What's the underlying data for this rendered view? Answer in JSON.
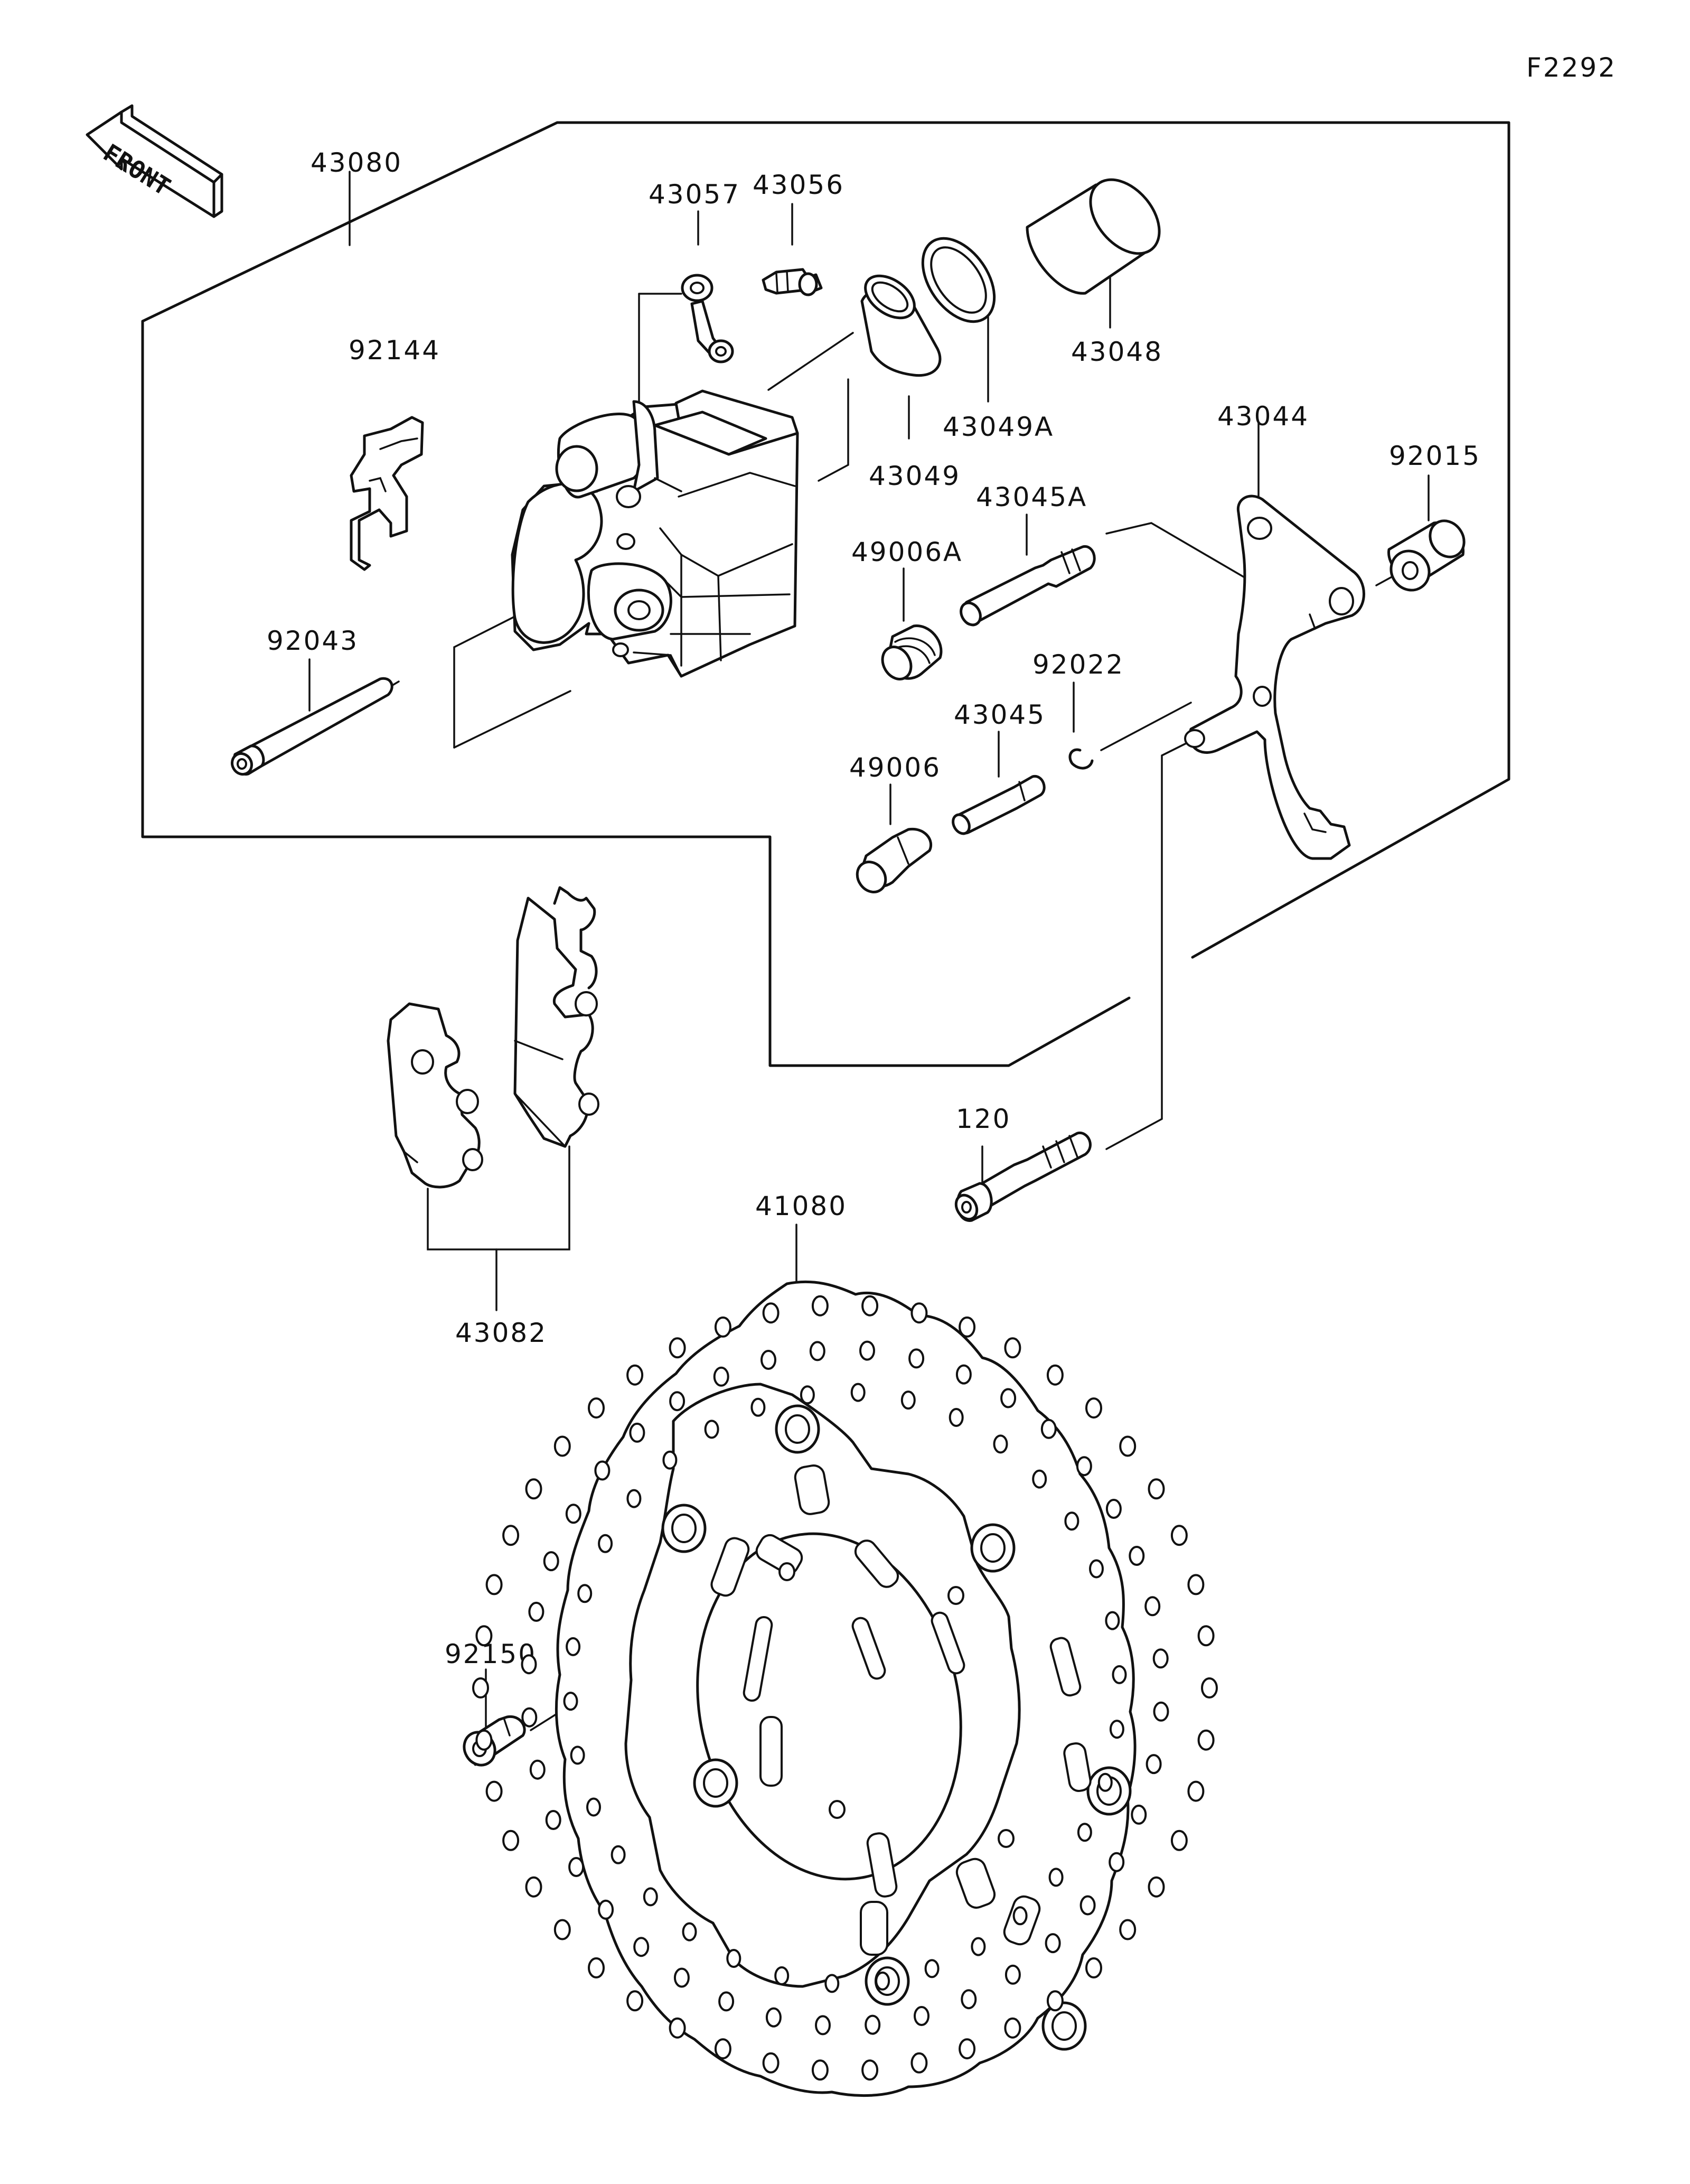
{
  "diagram": {
    "code": "F2292",
    "front_label": "FRONT",
    "parts": [
      {
        "id": "43080",
        "label": "43080"
      },
      {
        "id": "43057",
        "label": "43057"
      },
      {
        "id": "43056",
        "label": "43056"
      },
      {
        "id": "92144",
        "label": "92144"
      },
      {
        "id": "43048",
        "label": "43048"
      },
      {
        "id": "43049A",
        "label": "43049A"
      },
      {
        "id": "43049",
        "label": "43049"
      },
      {
        "id": "43044",
        "label": "43044"
      },
      {
        "id": "92015",
        "label": "92015"
      },
      {
        "id": "43045A",
        "label": "43045A"
      },
      {
        "id": "49006A",
        "label": "49006A"
      },
      {
        "id": "92043",
        "label": "92043"
      },
      {
        "id": "92022",
        "label": "92022"
      },
      {
        "id": "43045",
        "label": "43045"
      },
      {
        "id": "49006",
        "label": "49006"
      },
      {
        "id": "120",
        "label": "120"
      },
      {
        "id": "41080",
        "label": "41080"
      },
      {
        "id": "43082",
        "label": "43082"
      },
      {
        "id": "92150",
        "label": "92150"
      }
    ]
  }
}
